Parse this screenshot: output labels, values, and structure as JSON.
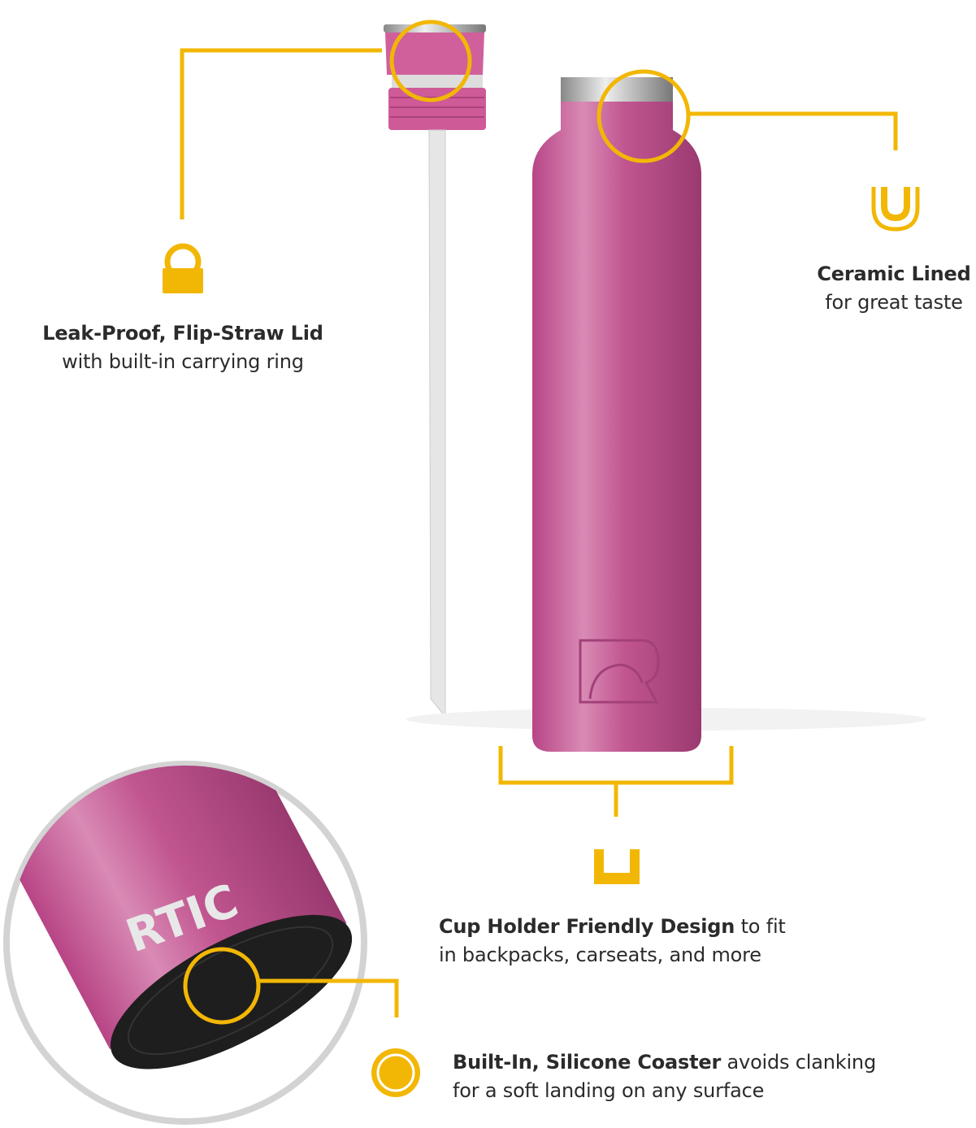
{
  "colors": {
    "accent": "#F2B705",
    "bottle": "#C1528F",
    "text": "#2b2b2b",
    "frame": "#d3d3d3"
  },
  "brand_logo_text": "RTIC",
  "features": {
    "lid": {
      "title": "Leak-Proof, Flip-Straw Lid",
      "subtitle": "with built-in carrying ring",
      "icon": "carry-ring-icon"
    },
    "ceramic": {
      "title": "Ceramic Lined",
      "subtitle": "for great taste",
      "icon": "lining-u-icon"
    },
    "cup_holder": {
      "title": "Cup Holder Friendly Design",
      "title_suffix": " to fit",
      "subtitle": "in backpacks, carseats, and more",
      "icon": "cup-icon"
    },
    "coaster": {
      "title": "Built-In, Silicone Coaster",
      "title_suffix": " avoids clanking",
      "subtitle": "for a soft landing on any surface",
      "icon": "coaster-dot-icon"
    }
  }
}
